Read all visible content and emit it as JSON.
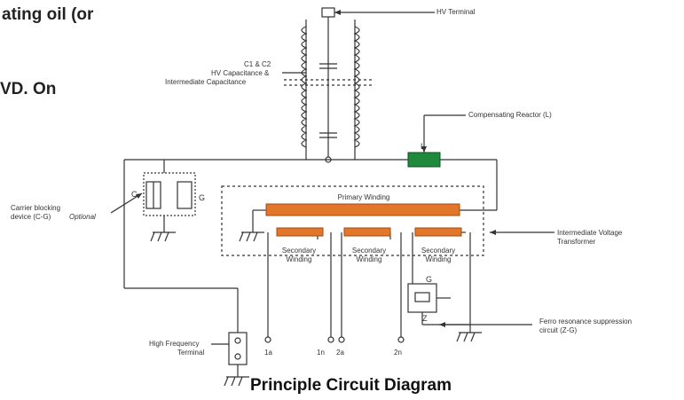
{
  "background_text": {
    "line1": "ating oil (or",
    "line2": "VD. On"
  },
  "diagram": {
    "caption": "Principle Circuit Diagram",
    "labels": {
      "hv_terminal": "HV Terminal",
      "capacitance": [
        "C1 & C2",
        "HV Capacitance &",
        "Intermediate Capacitance"
      ],
      "compensating_reactor": "Compensating Reactor (L)",
      "reactor_symbol": "L",
      "carrier_blocking": [
        "Carrier blocking",
        "device (C-G)"
      ],
      "carrier_optional": "Optional",
      "c": "C",
      "g": "G",
      "primary_winding": "Primary Winding",
      "secondary_winding_1": [
        "Secondary",
        "Winding"
      ],
      "secondary_winding_2": [
        "Secondary",
        "Winding"
      ],
      "secondary_winding_3": [
        "Secondary",
        "Winding"
      ],
      "ivt": [
        "Intermediate Voltage",
        "Transformer"
      ],
      "ferro": [
        "Ferro resonance suppression",
        "circuit (Z-G)"
      ],
      "z": "Z",
      "g2": "G",
      "high_freq": [
        "High Frequency",
        "Terminal"
      ],
      "t1a": "1a",
      "t1n": "1n",
      "t2a": "2a",
      "t2n": "2n"
    }
  },
  "colors": {
    "winding": "#e2762a",
    "reactor": "#1f8a3c",
    "line": "#333333"
  }
}
